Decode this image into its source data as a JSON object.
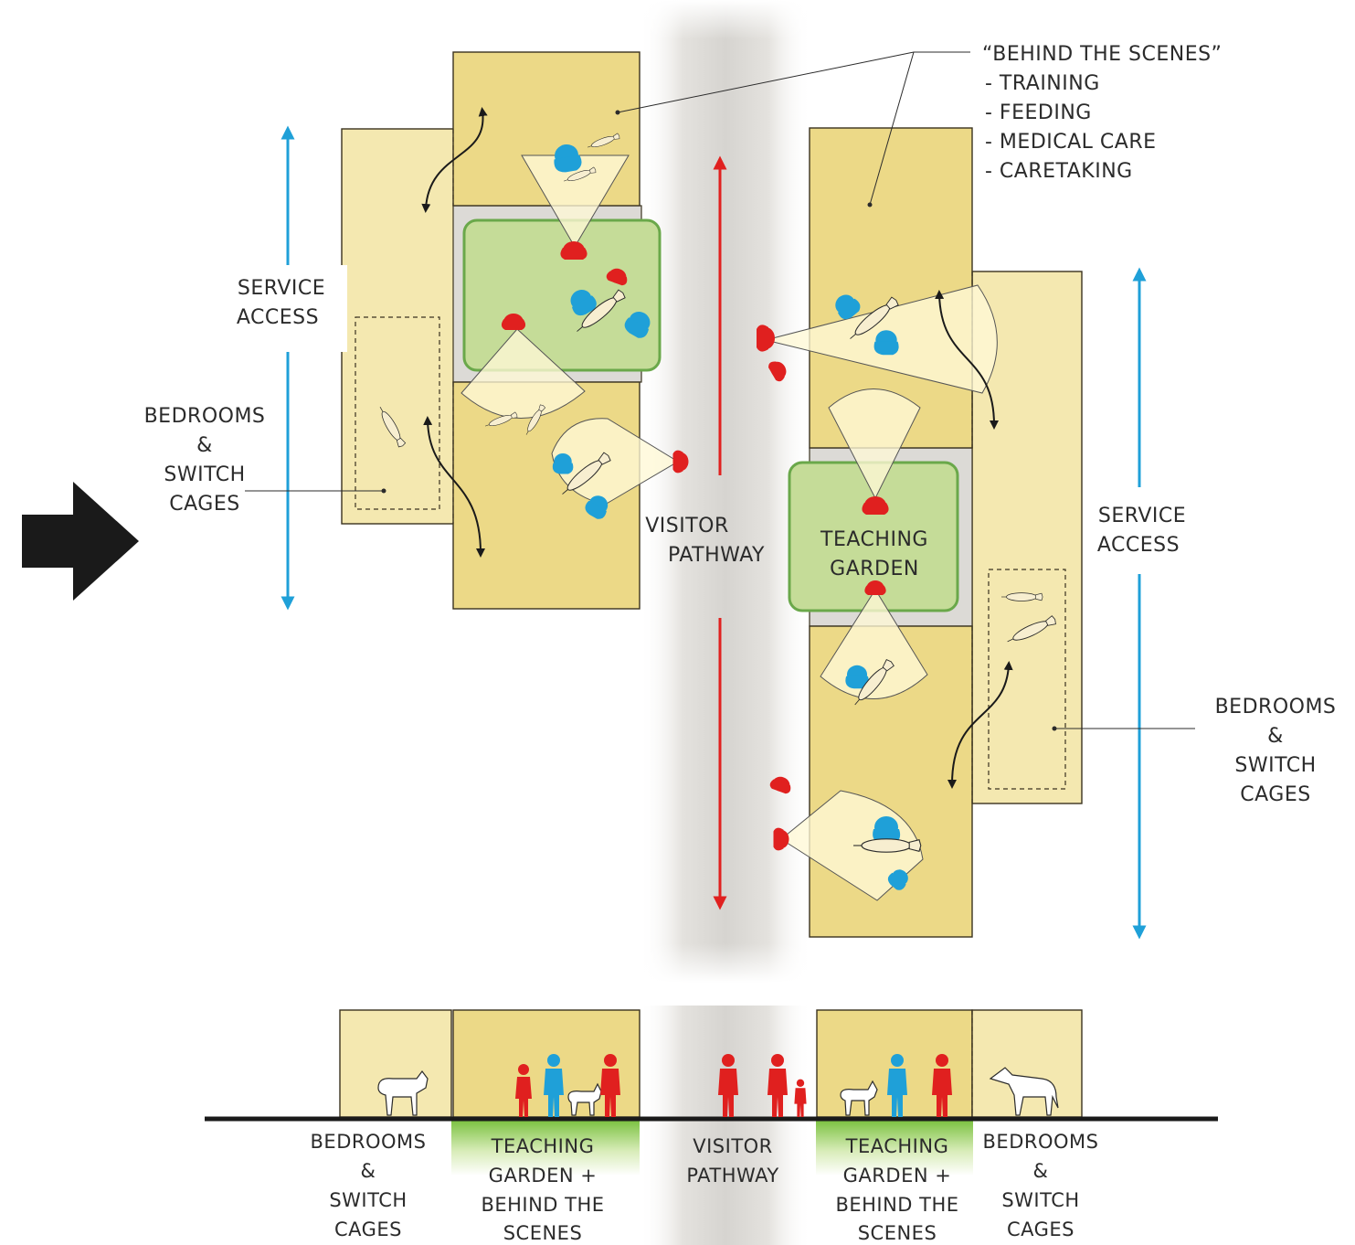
{
  "labels": {
    "behind_title": "“BEHIND THE SCENES”",
    "behind_items": [
      "- TRAINING",
      "- FEEDING",
      "- MEDICAL CARE",
      "- CARETAKING"
    ],
    "service_access_left": [
      "SERVICE",
      "ACCESS"
    ],
    "service_access_right": [
      "SERVICE",
      "ACCESS"
    ],
    "bedrooms_left": [
      "BEDROOMS",
      "&",
      "SWITCH",
      "CAGES"
    ],
    "bedrooms_right": [
      "BEDROOMS",
      "&",
      "SWITCH",
      "CAGES"
    ],
    "visitor_pathway": [
      "VISITOR",
      "PATHWAY"
    ],
    "teaching_garden": [
      "TEACHING",
      "GARDEN"
    ]
  },
  "section_labels": {
    "bedrooms_left": [
      "BEDROOMS",
      "&",
      "SWITCH",
      "CAGES"
    ],
    "garden_left": [
      "TEACHING",
      "GARDEN +",
      "BEHIND THE",
      "SCENES"
    ],
    "visitor": [
      "VISITOR",
      "PATHWAY"
    ],
    "garden_right": [
      "TEACHING",
      "GARDEN +",
      "BEHIND THE",
      "SCENES"
    ],
    "bedrooms_right": [
      "BEDROOMS",
      "&",
      "SWITCH",
      "CAGES"
    ]
  },
  "colors": {
    "building": "#ecd987",
    "bedroom": "#f4e8b0",
    "garden": "#c5dc98",
    "garden_border": "#6aa84a",
    "visitor": "#e0201f",
    "keeper": "#1fa0d8",
    "pathway": "#dedcd8",
    "entry_arrow": "#1a1a1a"
  },
  "icons": [
    "entry-arrow-icon",
    "visitor-figure-icon",
    "keeper-figure-icon",
    "animal-icon"
  ]
}
